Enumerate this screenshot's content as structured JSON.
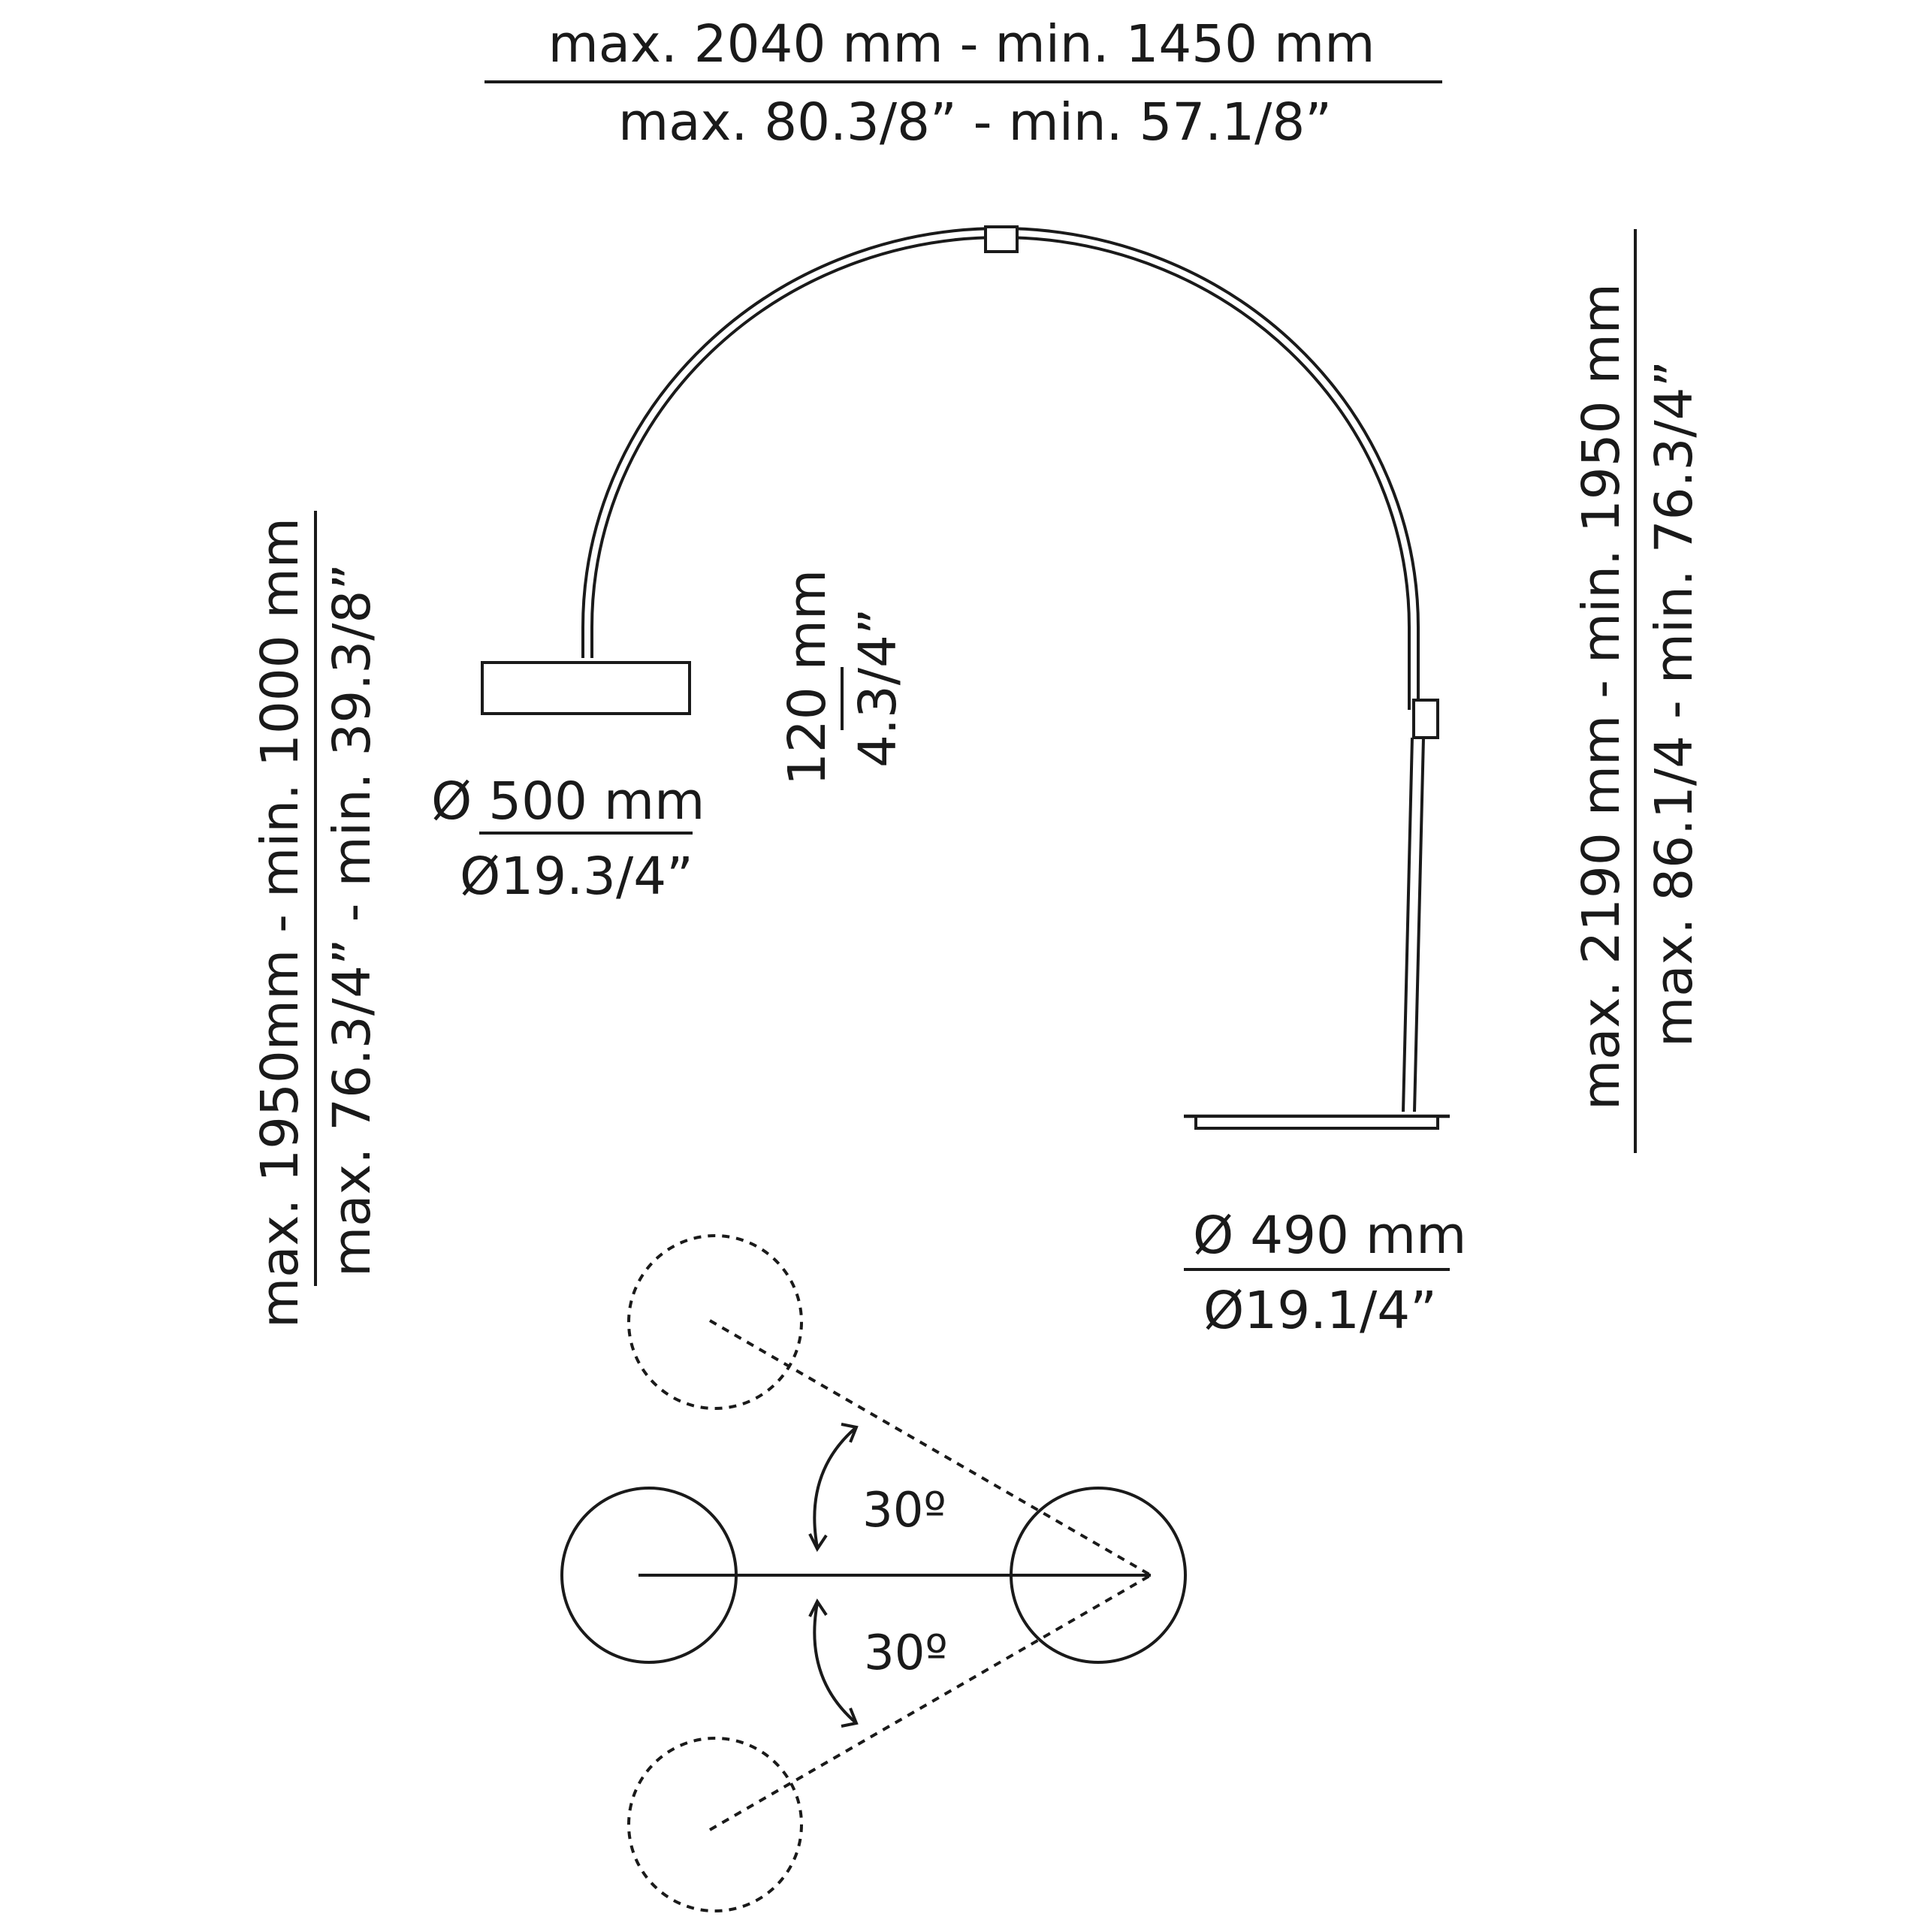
{
  "dimensions": {
    "width_mm": "max. 2040 mm - min. 1450 mm",
    "width_in": "max. 80.3/8” - min. 57.1/8”",
    "height_mm": "max. 2190 mm - min. 1950 mm",
    "height_in": "max. 86.1/4 - min. 76.3/4”",
    "shade_height_mm": "max. 1950mm - min. 1000 mm",
    "shade_height_in": "max. 76.3/4” - min. 39.3/8”",
    "shade_depth_mm": "120 mm",
    "shade_depth_in": "4.3/4”",
    "shade_diameter_mm": "Ø 500 mm",
    "shade_diameter_in": "Ø19.3/4”",
    "base_diameter_mm": "Ø 490 mm",
    "base_diameter_in": "Ø19.1/4”"
  },
  "rotation": {
    "angle_upper": "30º",
    "angle_lower": "30º"
  }
}
